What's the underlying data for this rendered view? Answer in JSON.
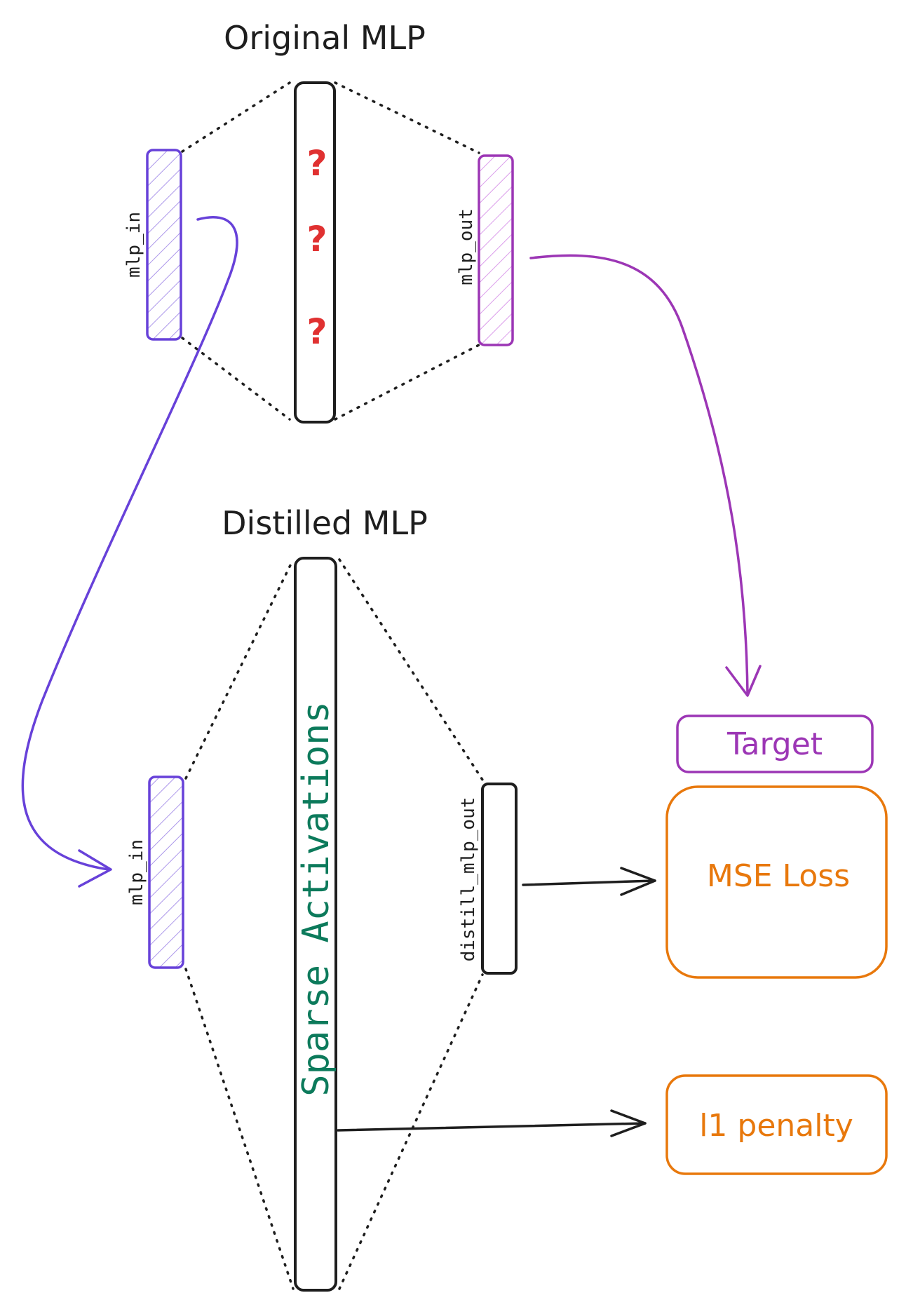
{
  "original": {
    "title": "Original MLP",
    "unknown_marks": [
      "?",
      "?",
      "?"
    ],
    "input_label": "mlp_in",
    "output_label": "mlp_out"
  },
  "distilled": {
    "title": "Distilled MLP",
    "hidden_label": "Sparse Activations",
    "input_label": "mlp_in",
    "output_label": "distill_mlp_out"
  },
  "losses": {
    "target_label": "Target",
    "mse_label": "MSE Loss",
    "l1_label": "l1 penalty"
  },
  "colors": {
    "input": "#6741d9",
    "output": "#9c36b5",
    "question": "#e03131",
    "sparse": "#0c7a5b",
    "loss": "#e8780c",
    "stroke": "#1e1e1e"
  }
}
